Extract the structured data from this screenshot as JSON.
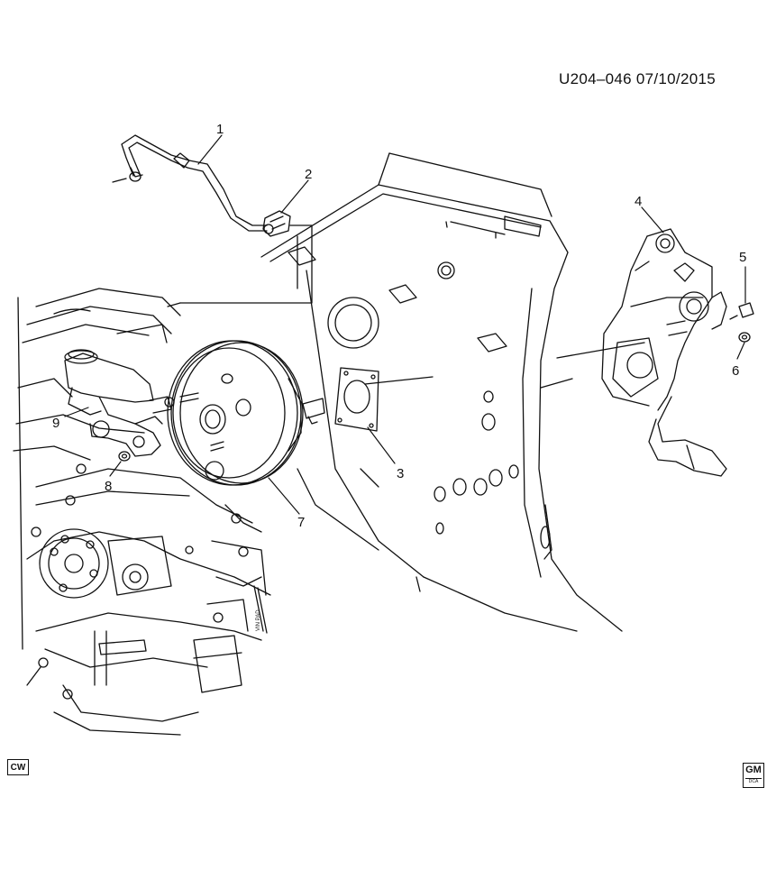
{
  "header": {
    "code": "U204–046  07/10/2015"
  },
  "badge": {
    "cw": "CW"
  },
  "logo": {
    "text": "GM",
    "sub": "DCA",
    "icon": "gm-logo-icon"
  },
  "callouts": [
    {
      "id": "1",
      "label": "1"
    },
    {
      "id": "2",
      "label": "2"
    },
    {
      "id": "3",
      "label": "3"
    },
    {
      "id": "4",
      "label": "4"
    },
    {
      "id": "5",
      "label": "5"
    },
    {
      "id": "6",
      "label": "6"
    },
    {
      "id": "7",
      "label": "7"
    },
    {
      "id": "8",
      "label": "8"
    },
    {
      "id": "9",
      "label": "9"
    }
  ],
  "engine_text": {
    "vin_pad": "VIN PAD"
  }
}
